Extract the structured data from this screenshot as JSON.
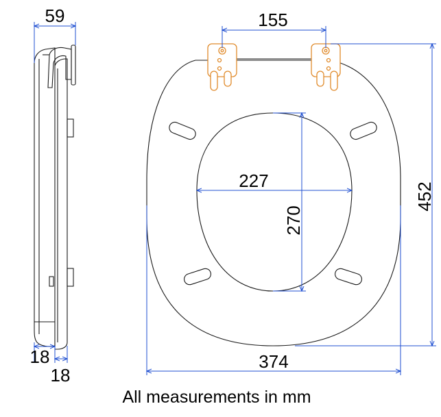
{
  "dimensions": {
    "side_width": "59",
    "side_thickness_a": "18",
    "side_thickness_b": "18",
    "hinge_spacing": "155",
    "inner_width": "227",
    "inner_length": "270",
    "total_length": "452",
    "total_width": "374"
  },
  "caption": "All measurements in mm",
  "colors": {
    "outline": "#1a1a1a",
    "dimension_line": "#1f4fd1",
    "hinge": "#e08a2a",
    "text": "#000000"
  }
}
